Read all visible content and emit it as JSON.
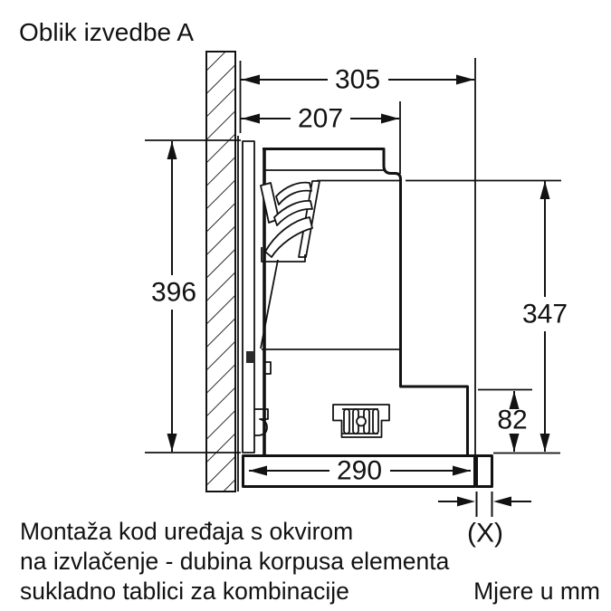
{
  "title": "Oblik izvedbe A",
  "units_label": "Mjere u mm",
  "footnote": {
    "line1": "Montaža kod uređaja s okvirom",
    "line2": "na izvlačenje - dubina korpusa elementa",
    "line3": "sukladno tablici za kombinacije"
  },
  "dimensions": {
    "total_depth": "305",
    "upper_depth": "207",
    "niche_height": "396",
    "body_height": "347",
    "lower_height": "82",
    "pullout_depth": "290",
    "front_panel_thickness": "(X)"
  },
  "colors": {
    "line": "#121212",
    "background": "#ffffff"
  }
}
